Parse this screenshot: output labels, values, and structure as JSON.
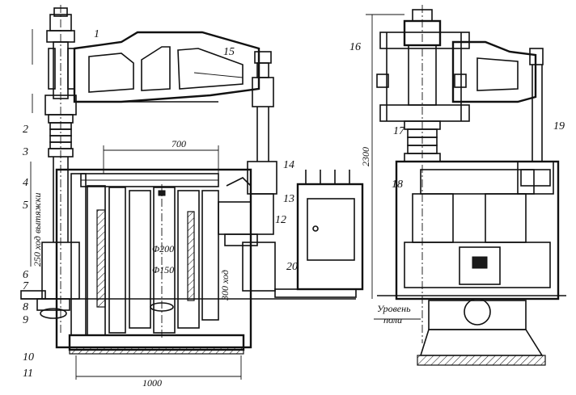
{
  "part_labels": {
    "l1": "1",
    "l2": "2",
    "l3": "3",
    "l4": "4",
    "l5": "5",
    "l6": "6",
    "l7": "7",
    "l8": "8",
    "l9": "9",
    "l10": "10",
    "l11": "11",
    "l12": "12",
    "l13": "13",
    "l14": "14",
    "l15": "15",
    "l16": "16",
    "l17": "17",
    "l18": "18",
    "l19": "19",
    "l20": "20"
  },
  "dimensions": {
    "width_700": "700",
    "width_1000": "1000",
    "stroke_text": "250 ход вытяжки",
    "stroke_300": "300 ход",
    "dia_200": "Φ200",
    "dia_150": "Φ150",
    "height_2300": "2300"
  },
  "annotations": {
    "floor_line1": "Уровень",
    "floor_line2": "пола"
  }
}
